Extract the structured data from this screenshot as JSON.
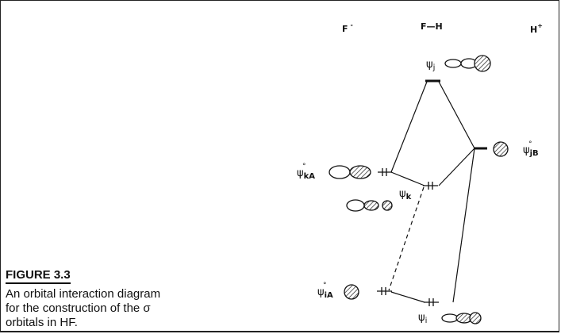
{
  "figure": {
    "label": "FIGURE 3.3",
    "caption_lines": [
      "An orbital interaction diagram",
      "for the construction of the σ",
      "orbitals in HF."
    ]
  },
  "columns": {
    "left": {
      "base": "F",
      "sup": "-"
    },
    "middle": {
      "base": "F—H",
      "sup": ""
    },
    "right": {
      "base": "H",
      "sup": "+"
    }
  },
  "orbital_labels": {
    "psi_j": {
      "psi": "ψ",
      "sub": "j",
      "ring": ""
    },
    "psi_jB": {
      "psi": "ψ",
      "sub": "jB",
      "ring": "°"
    },
    "psi_kA": {
      "psi": "ψ",
      "sub": "kA",
      "ring": "°"
    },
    "psi_k": {
      "psi": "ψ",
      "sub": "k",
      "ring": ""
    },
    "psi_iA": {
      "psi": "ψ",
      "sub": "iA",
      "ring": "°"
    },
    "psi_i": {
      "psi": "ψ",
      "sub": "i",
      "ring": ""
    }
  }
}
